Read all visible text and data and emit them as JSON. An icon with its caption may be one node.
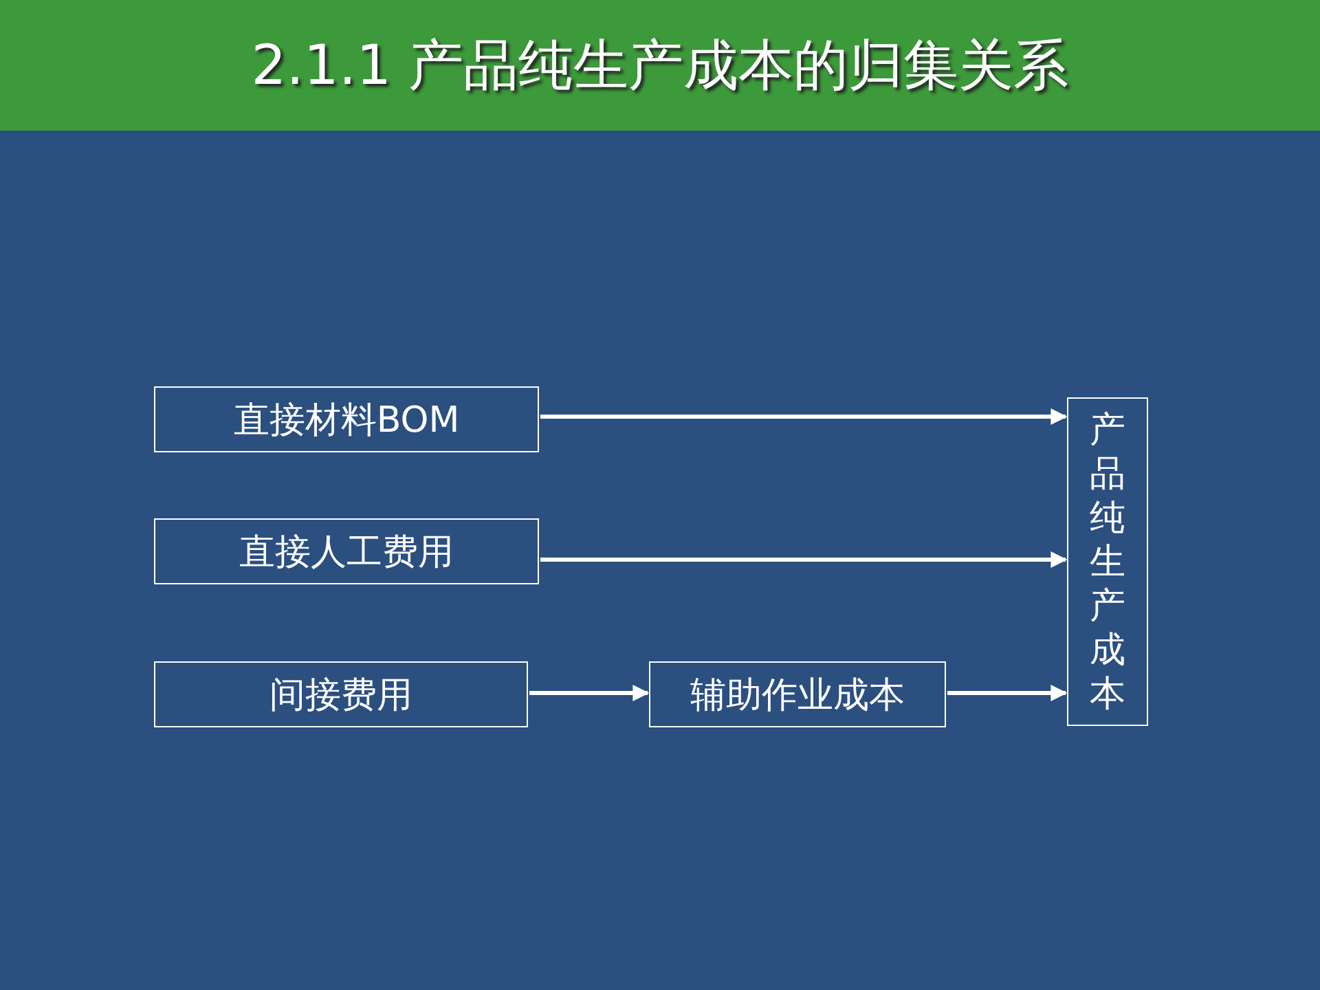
{
  "diagram": {
    "title": "2.1.1 产品纯生产成本的归集关系",
    "nodes": [
      {
        "text": [
          "直接材料BOM"
        ]
      },
      {
        "text": [
          "直接人工费用"
        ]
      },
      {
        "text": [
          "间接费用"
        ]
      },
      {
        "text": [
          "辅助作业成本"
        ]
      },
      {
        "text": [
          "产品纯生产成本"
        ]
      }
    ],
    "edges": [
      {
        "from": 0,
        "to": 4,
        "arrow": "to"
      },
      {
        "from": 1,
        "to": 4,
        "arrow": "to"
      },
      {
        "from": 2,
        "to": 3,
        "arrow": "to"
      },
      {
        "from": 3,
        "to": 4,
        "arrow": "to"
      }
    ]
  }
}
